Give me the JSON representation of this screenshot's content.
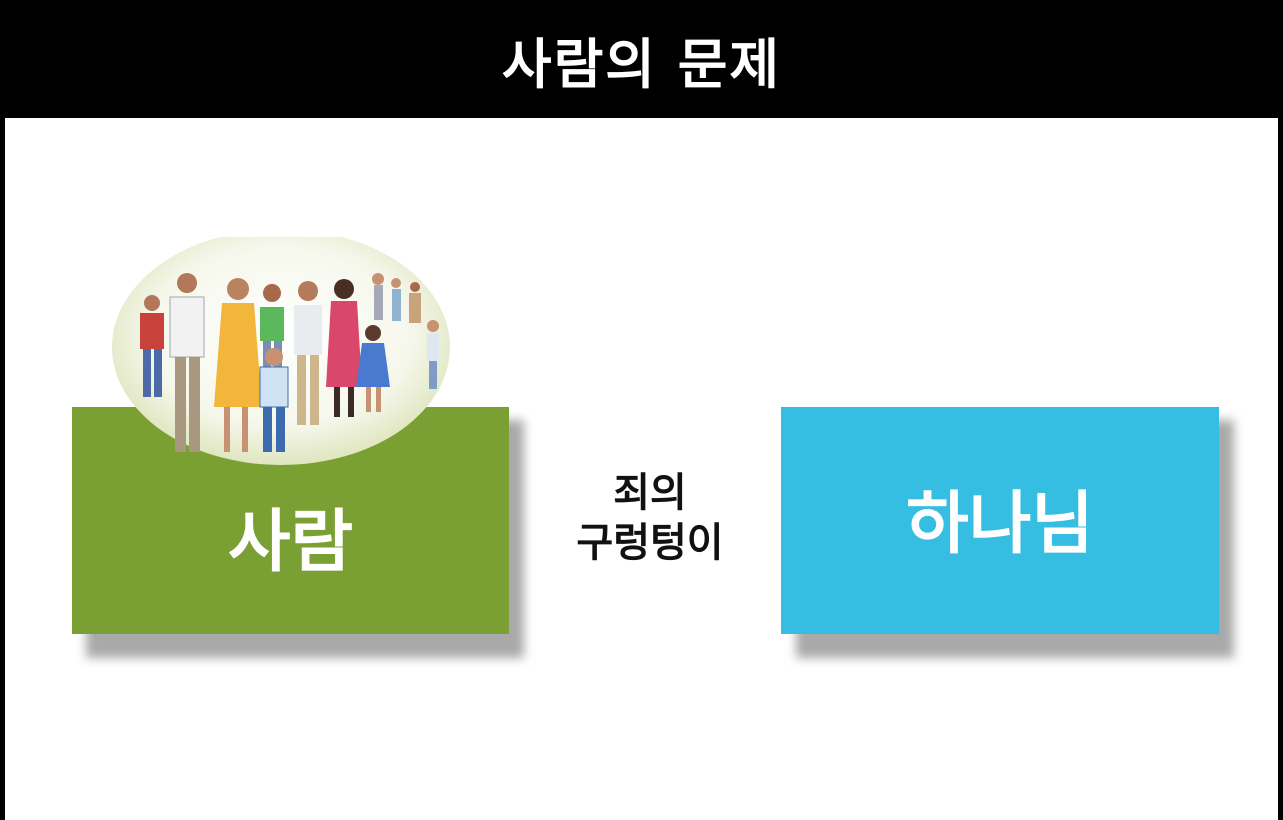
{
  "title": "사람의 문제",
  "left_box": {
    "label": "사람",
    "color": "#7aa034"
  },
  "right_box": {
    "label": "하나님",
    "color": "#35bde2"
  },
  "middle_text": {
    "line1": "죄의",
    "line2": "구렁텅이"
  },
  "image": {
    "name": "people-group-illustration"
  }
}
